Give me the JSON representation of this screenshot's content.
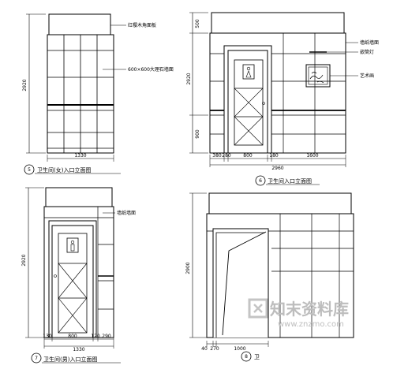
{
  "views": [
    {
      "caption_num": "5",
      "caption": "卫生间(女)入口立面图",
      "height_dim": "2920",
      "width_dim": "1330",
      "notes": [
        "红樱木角面板",
        "600×600大理石墙面"
      ]
    },
    {
      "caption_num": "6",
      "caption": "卫生间入口立面图",
      "height_dims": [
        "500",
        "2920",
        "900"
      ],
      "bottom_dims": [
        "380",
        "280",
        "800",
        "180",
        "1600"
      ],
      "total_width": "2960",
      "notes": [
        "墙纸墙面",
        "嵌筒灯",
        "艺术画"
      ]
    },
    {
      "caption_num": "7",
      "caption": "卫生间(男)入口立面图",
      "height_dim": "2920",
      "bottom_dims": [
        "130",
        "800",
        "120",
        "290"
      ],
      "total_width": "1330",
      "notes": [
        "墙纸墙面"
      ]
    },
    {
      "caption_num": "8",
      "caption": "卫",
      "height_dim": "2900",
      "bottom_dims": [
        "40",
        "270",
        "1000"
      ]
    }
  ],
  "watermark": {
    "text": "知末资料库",
    "url": "www.znzmo.com"
  }
}
